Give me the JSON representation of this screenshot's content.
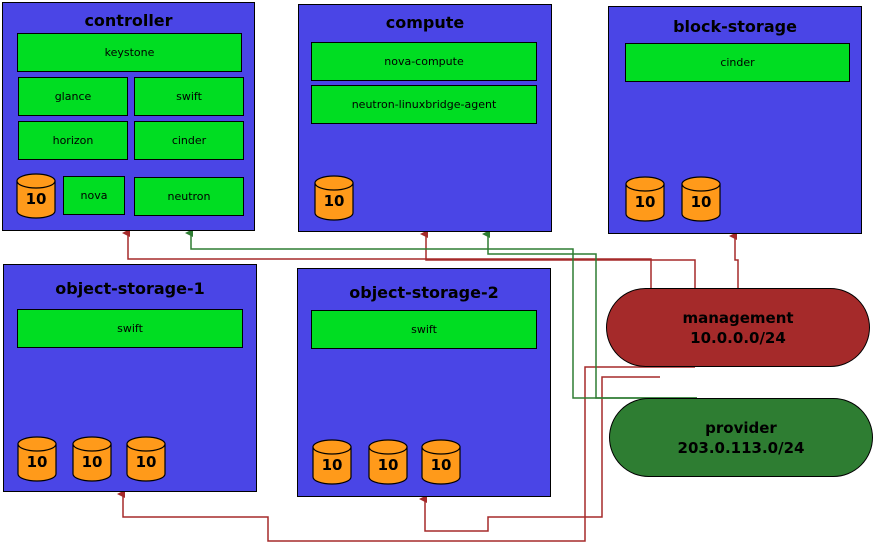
{
  "colors": {
    "node_fill": "#4a45e6",
    "service_fill": "#00dd22",
    "disk_fill": "#ff9a1a",
    "management_line": "#a52a2a",
    "provider_line": "#2e7d32"
  },
  "disk_label": "10",
  "nodes": {
    "controller": {
      "title": "controller",
      "services": {
        "keystone": "keystone",
        "glance": "glance",
        "swift": "swift",
        "horizon": "horizon",
        "cinder": "cinder",
        "nova": "nova",
        "neutron": "neutron"
      }
    },
    "compute": {
      "title": "compute",
      "services": {
        "nova_compute": "nova-compute",
        "neutron_agent": "neutron-linuxbridge-agent"
      }
    },
    "block_storage": {
      "title": "block-storage",
      "services": {
        "cinder": "cinder"
      }
    },
    "object_storage_1": {
      "title": "object-storage-1",
      "services": {
        "swift": "swift"
      }
    },
    "object_storage_2": {
      "title": "object-storage-2",
      "services": {
        "swift": "swift"
      }
    }
  },
  "networks": {
    "management": {
      "name": "management",
      "cidr": "10.0.0.0/24"
    },
    "provider": {
      "name": "provider",
      "cidr": "203.0.113.0/24"
    }
  }
}
